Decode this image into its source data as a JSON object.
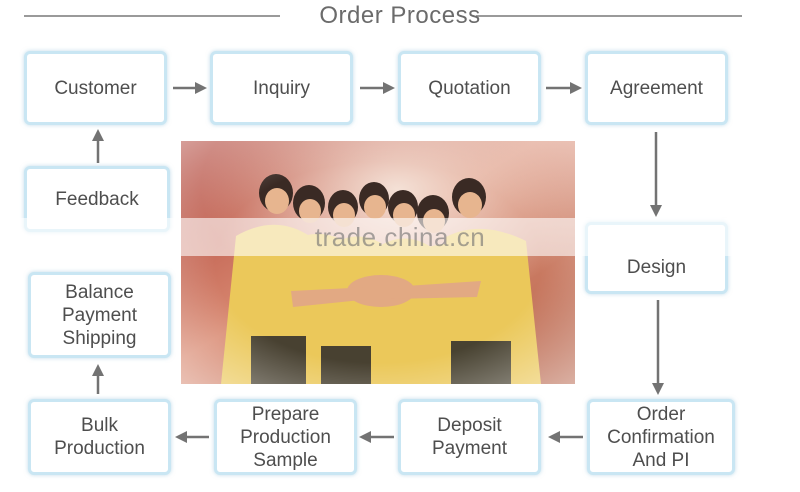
{
  "title": "Order Process",
  "steps": {
    "customer": "Customer",
    "inquiry": "Inquiry",
    "quotation": "Quotation",
    "agreement": "Agreement",
    "design": "Design",
    "order_confirmation": "Order\nConfirmation\nAnd PI",
    "deposit_payment": "Deposit\nPayment",
    "prepare_sample": "Prepare\nProduction\nSample",
    "bulk_production": "Bulk\nProduction",
    "balance_payment": "Balance\nPayment\nShipping",
    "feedback": "Feedback"
  },
  "watermark": "trade.china.cn",
  "colors": {
    "box_border": "#c9e6f3",
    "arrow": "#737373",
    "text": "#4e4e4e"
  }
}
